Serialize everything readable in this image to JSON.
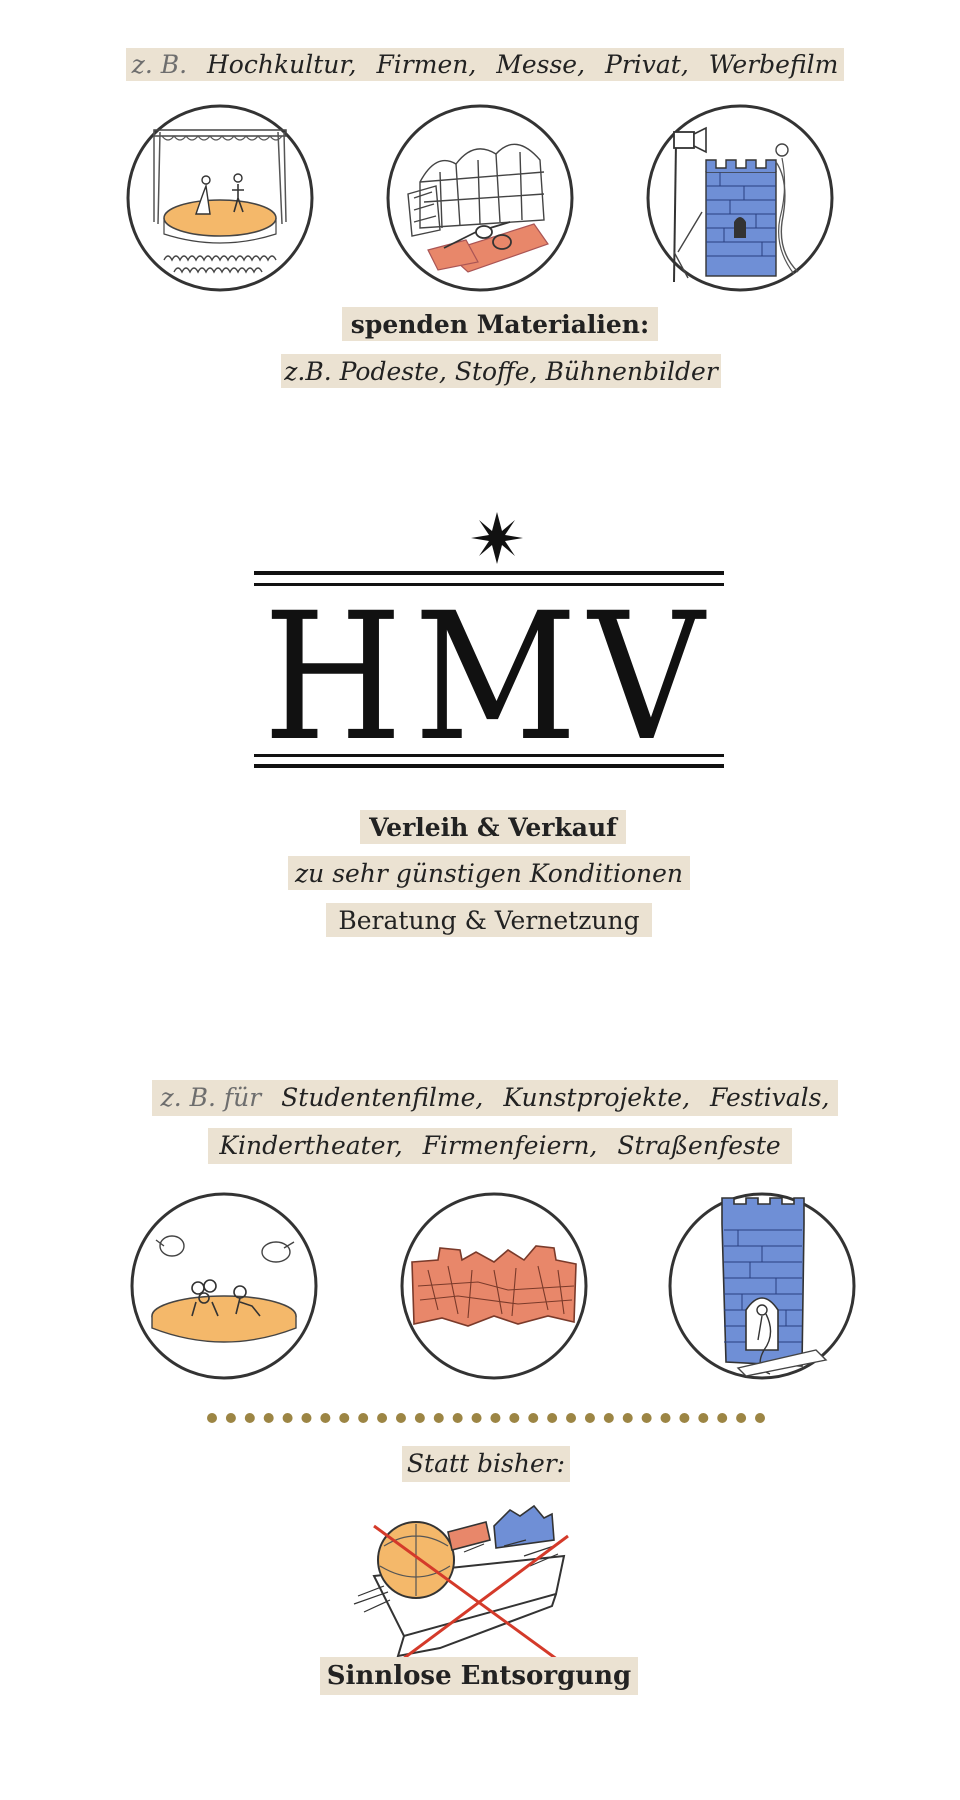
{
  "top": {
    "prefix": "z. B.",
    "examples": [
      "Hochkultur,",
      "Firmen,",
      "Messe,",
      "Privat,",
      "Werbefilm"
    ],
    "icons": [
      "stage-performance-icon",
      "exhibition-hall-icon",
      "film-set-castle-icon"
    ],
    "donate_heading": "spenden Materialien:",
    "donate_examples": "z.B. Podeste, Stoffe, Bühnenbilder"
  },
  "logo": {
    "mark": "HMV",
    "star": "star-icon"
  },
  "services": {
    "line1": "Verleih & Verkauf",
    "line2": "zu sehr günstigen Konditionen",
    "line3": "Beratung & Vernetzung"
  },
  "bottom": {
    "prefix": "z. B. für",
    "row1": [
      "Studentenfilme,",
      "Kunstprojekte,",
      "Festivals,"
    ],
    "row2": [
      "Kindertheater,",
      "Firmenfeiern,",
      "Straßenfeste"
    ],
    "icons": [
      "puppet-stage-icon",
      "city-backdrop-icon",
      "tower-princess-icon"
    ]
  },
  "instead": {
    "label": "Statt bisher:",
    "icon": "dumpster-crossed-icon",
    "disposal": "Sinnlose Entsorgung"
  },
  "colors": {
    "highlight": "#ebe2d2",
    "orange": "#f4b86a",
    "salmon": "#e8876a",
    "blue": "#6f8fd6",
    "dots": "#9c8544",
    "cross": "#d43a2a"
  }
}
